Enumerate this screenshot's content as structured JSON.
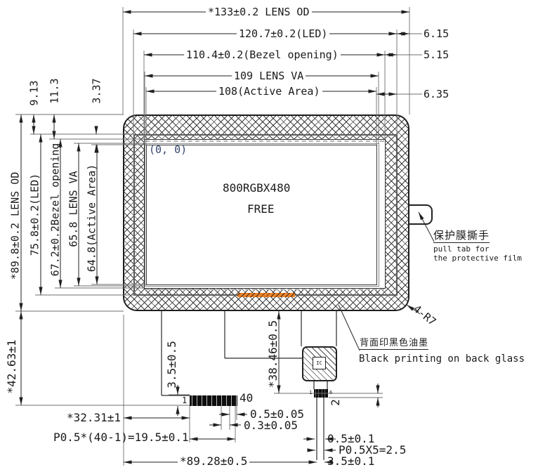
{
  "colors": {
    "ink": "#1a1a1a",
    "hatch": "#3c3c3c",
    "orange": "#ee8125",
    "origin": "#36466e"
  },
  "dims": {
    "lens_od_w": "*133±0.2 LENS OD",
    "led_w": "120.7±0.2(LED)",
    "bezel_w": "110.4±0.2(Bezel opening)",
    "lens_va_w": "109 LENS VA",
    "active_w": "108(Active Area)",
    "edge_led": "6.15",
    "edge_bezel": "5.15",
    "edge_active": "6.35",
    "top_lens_to_led": "9.13",
    "top_lens_to_bezel": "11.3",
    "top_bezel_to_active": "3.37",
    "lens_od_h": "*89.8±0.2 LENS OD",
    "led_h": "75.8±0.2(LED)",
    "bezel_h": "67.2±0.2Bezel opening",
    "lens_va_h": "65.8 LENS VA",
    "active_h": "64.8(Active Area)"
  },
  "panel": {
    "origin_label": "(0, 0)",
    "resolution": "800RGBX480",
    "mode": "FREE"
  },
  "annotations": {
    "pull_tab_cn": "保护膜撕手",
    "pull_tab_en_1": "pull tab for",
    "pull_tab_en_2": "the protective film",
    "corner_radius": "4-R7",
    "back_print_cn": "背面印黑色油墨",
    "back_print_en": "Black printing on back glass"
  },
  "fpc": {
    "height_offset": "*42.63±1",
    "conn_height": "3.5±0.5",
    "tail_height": "*38.46±0.5",
    "pin_count": "40",
    "pin_first": "1",
    "ic_label": "IC",
    "small_pin_first": "1",
    "small_pin_last": "6",
    "pin_width": "0.5±0.05",
    "pin_gap": "0.3±0.05",
    "conn_offset_x": "*32.31±1",
    "pin_pitch": "P0.5*(40-1)=19.5±0.1",
    "small_conn_height": "2",
    "tail_line_width": "0.5±0.1",
    "small_pitch": "P0.5X5=2.5",
    "fpc_width": "*89.28±0.5",
    "tail_end_width": "3.5±0.1"
  }
}
